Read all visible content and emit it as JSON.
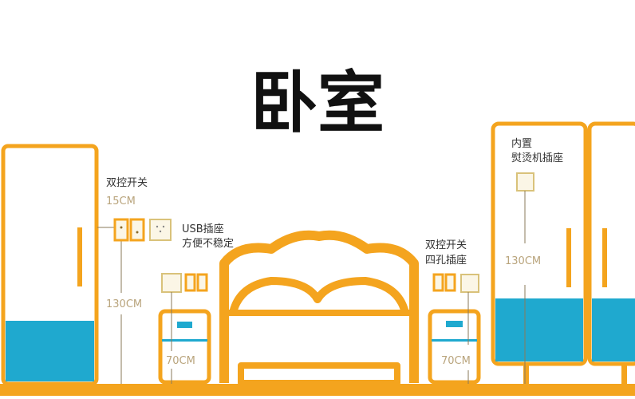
{
  "title": "卧室",
  "colors": {
    "frame": "#F4A41E",
    "accent": "#1FA9CF",
    "socket_fill": "#FBF6E6",
    "dim_text": "#B9A47C"
  },
  "left_wall": {
    "switch_label": "双控开关",
    "switch_height": "15CM",
    "height_label": "130CM",
    "usb_label_line1": "USB插座",
    "usb_label_line2": "方便不稳定"
  },
  "left_nightstand": {
    "height_label": "70CM"
  },
  "right_wall": {
    "label_line1": "双控开关",
    "label_line2": "四孔插座"
  },
  "right_nightstand": {
    "height_label": "70CM"
  },
  "wardrobe": {
    "label_line1": "内置",
    "label_line2": "熨烫机插座",
    "height_label": "130CM"
  }
}
